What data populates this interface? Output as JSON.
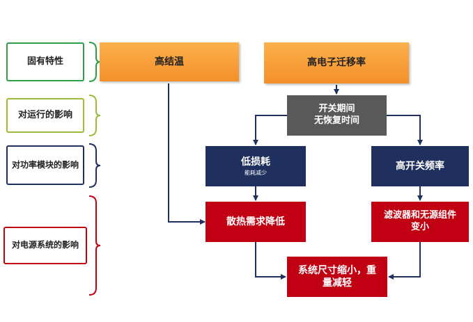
{
  "categories": {
    "intrinsic": "固有特性",
    "operation": "对运行的影响",
    "module": "对功率模块的影响",
    "system": "对电源系统的影响"
  },
  "nodes": {
    "high_junction_temp": "高结温",
    "high_mobility": "高电子迁移率",
    "switching_time": "开关期间\n无恢复时间",
    "low_loss": "低损耗",
    "low_loss_sub": "能耗减少",
    "high_freq": "高开关频率",
    "less_cooling": "散热需求降低",
    "smaller_filters": "滤波器和无源组件\n变小",
    "smaller_system": "系统尺寸缩小，重\n量减轻"
  },
  "colors": {
    "intrinsic": "#2e9e4a",
    "operation": "#9bbb3a",
    "module": "#1f2f5e",
    "system": "#c00012",
    "arrow": "#1f2f5e"
  }
}
